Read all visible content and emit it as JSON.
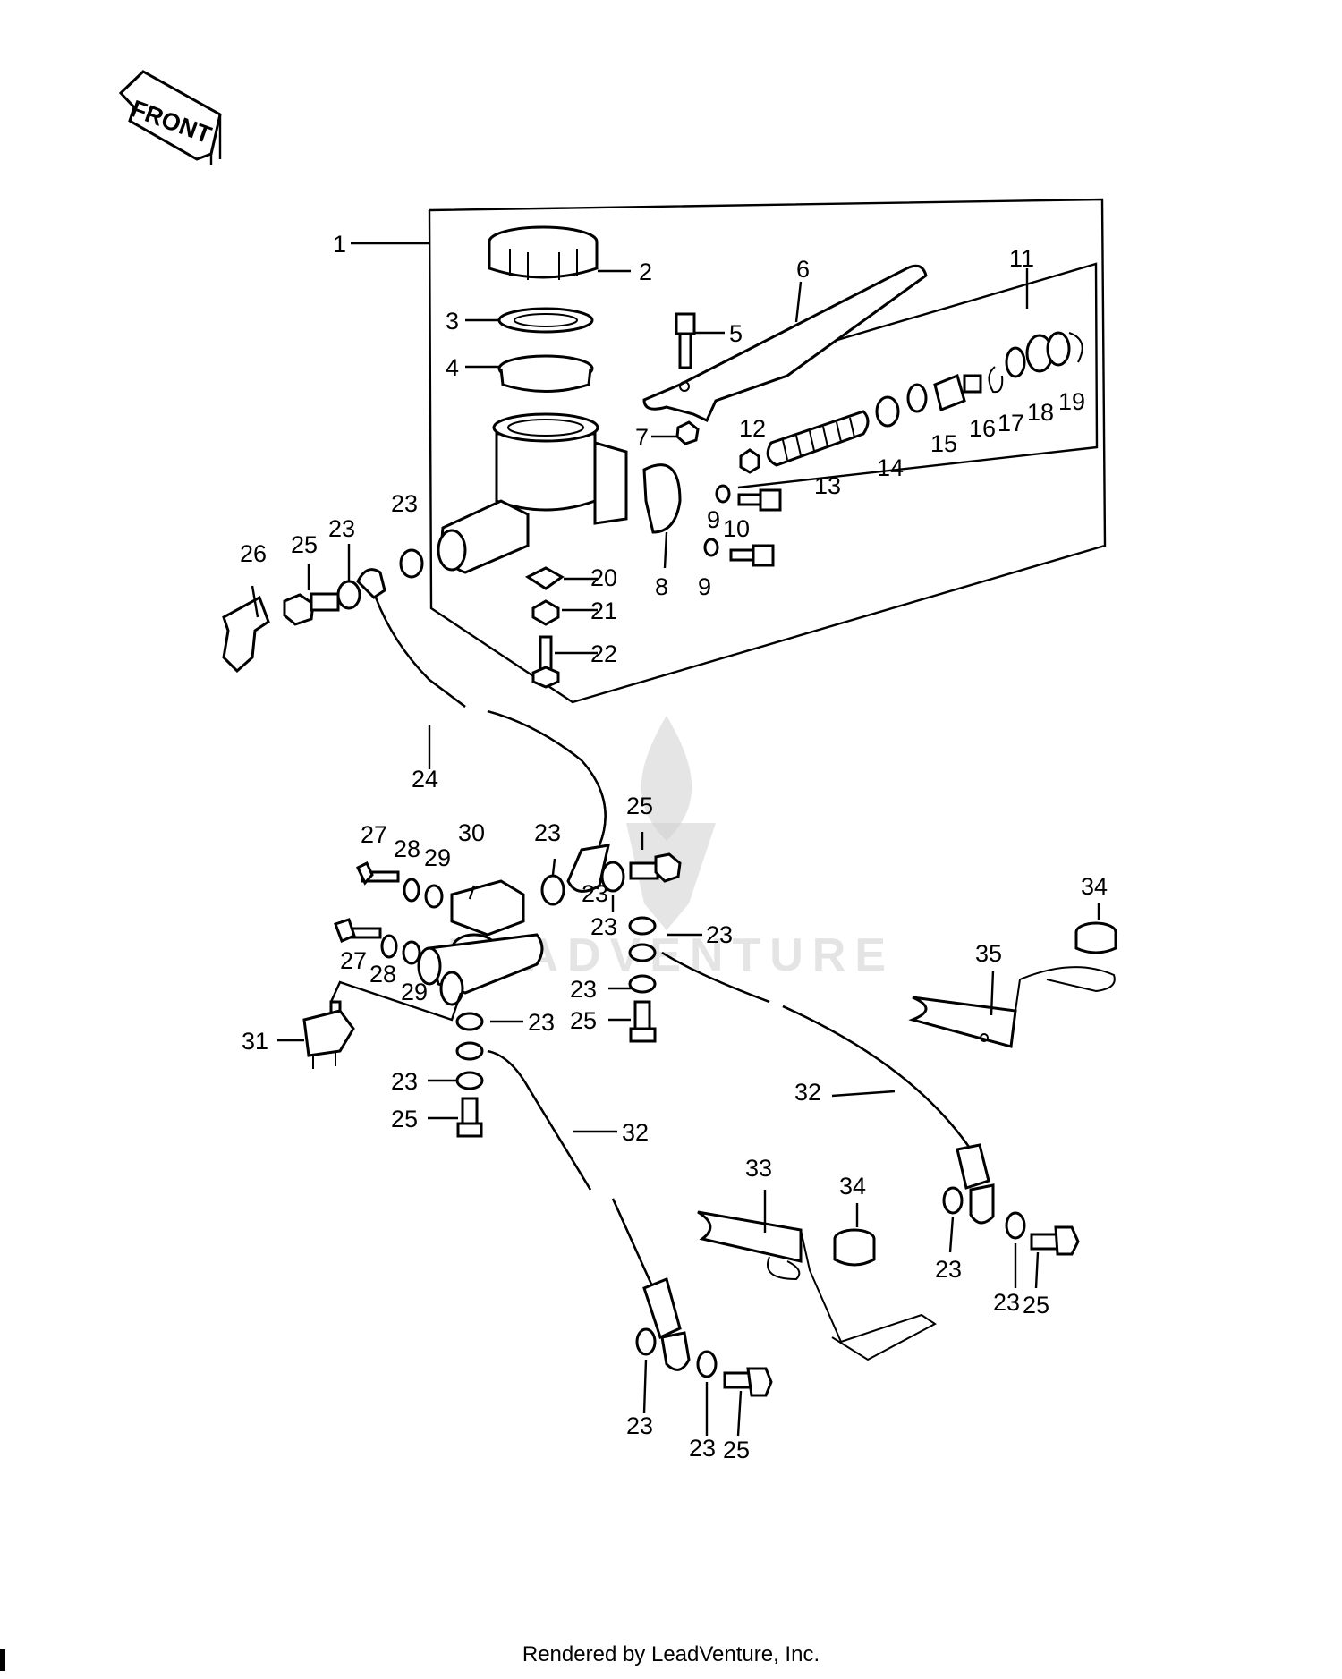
{
  "direction_label": "FRONT",
  "watermark": "LEADVENTURE",
  "footer": "Rendered by LeadVenture, Inc.",
  "callouts": {
    "c1": "1",
    "c2": "2",
    "c3": "3",
    "c4": "4",
    "c5": "5",
    "c6": "6",
    "c7": "7",
    "c8": "8",
    "c9a": "9",
    "c9b": "9",
    "c10": "10",
    "c11": "11",
    "c12": "12",
    "c13": "13",
    "c14": "14",
    "c15": "15",
    "c16": "16",
    "c17": "17",
    "c18": "18",
    "c19": "19",
    "c20": "20",
    "c21": "21",
    "c22": "22",
    "c23a": "23",
    "c23b": "23",
    "c23c": "23",
    "c23d": "23",
    "c23e": "23",
    "c23f": "23",
    "c23g": "23",
    "c23h": "23",
    "c23i": "23",
    "c23j": "23",
    "c23k": "23",
    "c23l": "23",
    "c23m": "23",
    "c24": "24",
    "c25a": "25",
    "c25b": "25",
    "c25c": "25",
    "c25d": "25",
    "c25e": "25",
    "c25f": "25",
    "c26": "26",
    "c27a": "27",
    "c27b": "27",
    "c28a": "28",
    "c28b": "28",
    "c29a": "29",
    "c29b": "29",
    "c30": "30",
    "c31": "31",
    "c32a": "32",
    "c32b": "32",
    "c33": "33",
    "c34a": "34",
    "c34b": "34",
    "c35": "35"
  }
}
